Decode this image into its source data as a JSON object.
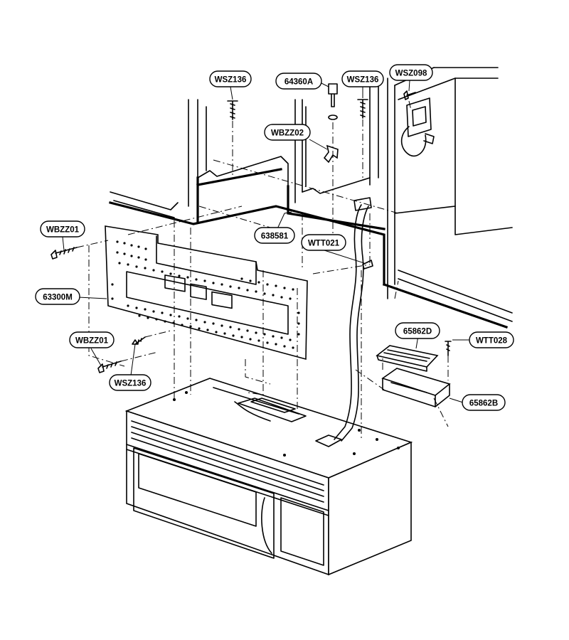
{
  "labels": {
    "wsz136_top_left": "WSZ136",
    "p64360a": "64360A",
    "wsz136_top_right": "WSZ136",
    "wsz098": "WSZ098",
    "wbzz02": "WBZZ02",
    "wbzz01_upper": "WBZZ01",
    "p638581": "638581",
    "wtt021": "WTT021",
    "p63300m": "63300M",
    "p65862d": "65862D",
    "wtt028": "WTT028",
    "wbzz01_lower": "WBZZ01",
    "wsz136_lower": "WSZ136",
    "p65862b": "65862B"
  }
}
